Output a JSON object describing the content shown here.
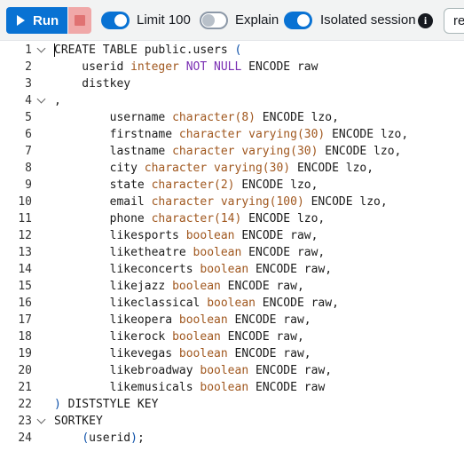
{
  "toolbar": {
    "run_label": "Run",
    "limit_label": "Limit 100",
    "limit_on": true,
    "explain_label": "Explain",
    "explain_on": false,
    "isolated_label": "Isolated session",
    "isolated_on": true,
    "right_box_text": "re"
  },
  "editor": {
    "lines": [
      {
        "n": "1",
        "fold": true,
        "tokens": [
          [
            "kw",
            "CREATE TABLE public.users "
          ],
          [
            "bracket",
            "("
          ]
        ]
      },
      {
        "n": "2",
        "fold": false,
        "tokens": [
          [
            "kw",
            "    userid "
          ],
          [
            "type",
            "integer"
          ],
          [
            "kw",
            " "
          ],
          [
            "nn",
            "NOT NULL"
          ],
          [
            "kw",
            " ENCODE raw"
          ]
        ]
      },
      {
        "n": "3",
        "fold": false,
        "tokens": [
          [
            "kw",
            "    distkey"
          ]
        ]
      },
      {
        "n": "4",
        "fold": true,
        "tokens": [
          [
            "kw",
            ","
          ]
        ]
      },
      {
        "n": "5",
        "fold": false,
        "tokens": [
          [
            "kw",
            "        username "
          ],
          [
            "type",
            "character(8)"
          ],
          [
            "kw",
            " ENCODE lzo,"
          ]
        ]
      },
      {
        "n": "6",
        "fold": false,
        "tokens": [
          [
            "kw",
            "        firstname "
          ],
          [
            "type",
            "character varying(30)"
          ],
          [
            "kw",
            " ENCODE lzo,"
          ]
        ]
      },
      {
        "n": "7",
        "fold": false,
        "tokens": [
          [
            "kw",
            "        lastname "
          ],
          [
            "type",
            "character varying(30)"
          ],
          [
            "kw",
            " ENCODE lzo,"
          ]
        ]
      },
      {
        "n": "8",
        "fold": false,
        "tokens": [
          [
            "kw",
            "        city "
          ],
          [
            "type",
            "character varying(30)"
          ],
          [
            "kw",
            " ENCODE lzo,"
          ]
        ]
      },
      {
        "n": "9",
        "fold": false,
        "tokens": [
          [
            "kw",
            "        state "
          ],
          [
            "type",
            "character(2)"
          ],
          [
            "kw",
            " ENCODE lzo,"
          ]
        ]
      },
      {
        "n": "10",
        "fold": false,
        "tokens": [
          [
            "kw",
            "        email "
          ],
          [
            "type",
            "character varying(100)"
          ],
          [
            "kw",
            " ENCODE lzo,"
          ]
        ]
      },
      {
        "n": "11",
        "fold": false,
        "tokens": [
          [
            "kw",
            "        phone "
          ],
          [
            "type",
            "character(14)"
          ],
          [
            "kw",
            " ENCODE lzo,"
          ]
        ]
      },
      {
        "n": "12",
        "fold": false,
        "tokens": [
          [
            "kw",
            "        likesports "
          ],
          [
            "type",
            "boolean"
          ],
          [
            "kw",
            " ENCODE raw,"
          ]
        ]
      },
      {
        "n": "13",
        "fold": false,
        "tokens": [
          [
            "kw",
            "        liketheatre "
          ],
          [
            "type",
            "boolean"
          ],
          [
            "kw",
            " ENCODE raw,"
          ]
        ]
      },
      {
        "n": "14",
        "fold": false,
        "tokens": [
          [
            "kw",
            "        likeconcerts "
          ],
          [
            "type",
            "boolean"
          ],
          [
            "kw",
            " ENCODE raw,"
          ]
        ]
      },
      {
        "n": "15",
        "fold": false,
        "tokens": [
          [
            "kw",
            "        likejazz "
          ],
          [
            "type",
            "boolean"
          ],
          [
            "kw",
            " ENCODE raw,"
          ]
        ]
      },
      {
        "n": "16",
        "fold": false,
        "tokens": [
          [
            "kw",
            "        likeclassical "
          ],
          [
            "type",
            "boolean"
          ],
          [
            "kw",
            " ENCODE raw,"
          ]
        ]
      },
      {
        "n": "17",
        "fold": false,
        "tokens": [
          [
            "kw",
            "        likeopera "
          ],
          [
            "type",
            "boolean"
          ],
          [
            "kw",
            " ENCODE raw,"
          ]
        ]
      },
      {
        "n": "18",
        "fold": false,
        "tokens": [
          [
            "kw",
            "        likerock "
          ],
          [
            "type",
            "boolean"
          ],
          [
            "kw",
            " ENCODE raw,"
          ]
        ]
      },
      {
        "n": "19",
        "fold": false,
        "tokens": [
          [
            "kw",
            "        likevegas "
          ],
          [
            "type",
            "boolean"
          ],
          [
            "kw",
            " ENCODE raw,"
          ]
        ]
      },
      {
        "n": "20",
        "fold": false,
        "tokens": [
          [
            "kw",
            "        likebroadway "
          ],
          [
            "type",
            "boolean"
          ],
          [
            "kw",
            " ENCODE raw,"
          ]
        ]
      },
      {
        "n": "21",
        "fold": false,
        "tokens": [
          [
            "kw",
            "        likemusicals "
          ],
          [
            "type",
            "boolean"
          ],
          [
            "kw",
            " ENCODE raw"
          ]
        ]
      },
      {
        "n": "22",
        "fold": false,
        "tokens": [
          [
            "bracket",
            ")"
          ],
          [
            "kw",
            " DISTSTYLE KEY"
          ]
        ]
      },
      {
        "n": "23",
        "fold": true,
        "tokens": [
          [
            "kw",
            "SORTKEY"
          ]
        ]
      },
      {
        "n": "24",
        "fold": false,
        "tokens": [
          [
            "kw",
            "    "
          ],
          [
            "bracket",
            "("
          ],
          [
            "kw",
            "userid"
          ],
          [
            "bracket",
            ")"
          ],
          [
            "kw",
            ";"
          ]
        ]
      }
    ]
  }
}
